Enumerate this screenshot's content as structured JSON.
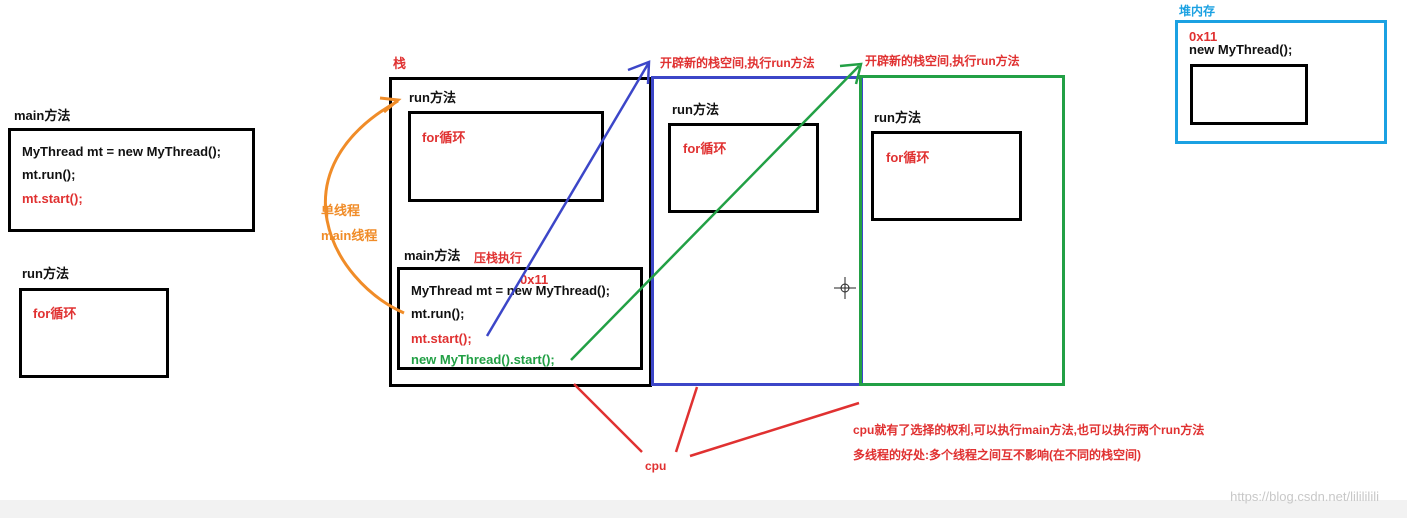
{
  "left": {
    "main_title": "main方法",
    "main_code": [
      "MyThread mt = new MyThread();",
      "mt.run();",
      "mt.start();"
    ],
    "run_title": "run方法",
    "run_for": "for循环"
  },
  "stack": {
    "label": "栈",
    "run_title": "run方法",
    "run_for": "for循环",
    "main_title": "main方法",
    "push_label": "压栈执行",
    "addr": "0x11",
    "main_code": [
      "MyThread mt = new MyThread();",
      "mt.run();",
      "mt.start();",
      "new MyThread().start();"
    ]
  },
  "arrow_labels": {
    "single_thread": "单线程",
    "main_thread": "main线程",
    "new_stack_1": "开辟新的栈空间,执行run方法",
    "new_stack_2": "开辟新的栈空间,执行run方法"
  },
  "stack2": {
    "run_title": "run方法",
    "run_for": "for循环"
  },
  "stack3": {
    "run_title": "run方法",
    "run_for": "for循环"
  },
  "heap": {
    "label": "堆内存",
    "addr": "0x11",
    "obj": "new MyThread();"
  },
  "cpu": {
    "label": "cpu",
    "note1": "cpu就有了选择的权利,可以执行main方法,也可以执行两个run方法",
    "note2": "多线程的好处:多个线程之间互不影响(在不同的栈空间)"
  },
  "watermark": "https://blog.csdn.net/lilililili",
  "colors": {
    "red": "#e03131",
    "green": "#22a045",
    "blue": "#3c46c8",
    "orange": "#f08c28",
    "heap": "#1ba1e2"
  }
}
